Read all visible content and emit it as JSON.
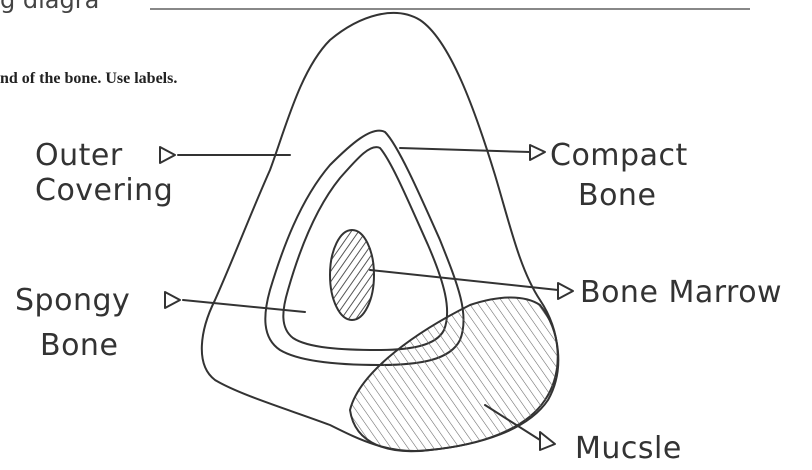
{
  "header": {
    "scrawl_text": "g diagra",
    "instructions": "nd of the bone.  Use labels."
  },
  "labels": {
    "outer_covering_line1": "Outer",
    "outer_covering_line2": "Covering",
    "compact_bone_line1": "Compact",
    "compact_bone_line2": "Bone",
    "spongy_bone_line1": "Spongy",
    "spongy_bone_line2": "Bone",
    "bone_marrow": "Bone Marrow",
    "muscle": "Mucsle"
  },
  "colors": {
    "ink": "#333333",
    "paper": "#ffffff"
  }
}
